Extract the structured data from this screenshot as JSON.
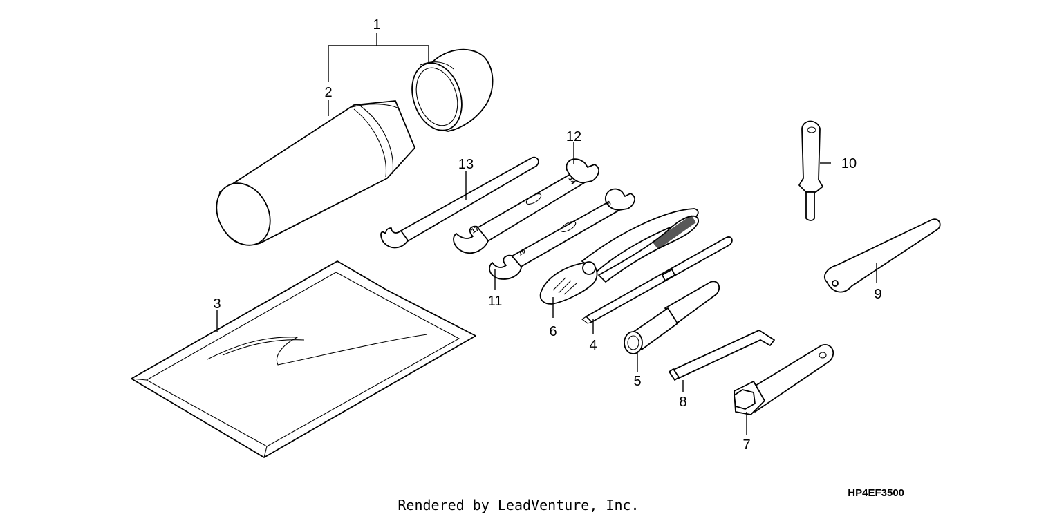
{
  "callouts": {
    "c1": "1",
    "c2": "2",
    "c3": "3",
    "c4": "4",
    "c5": "5",
    "c6": "6",
    "c7": "7",
    "c8": "8",
    "c9": "9",
    "c10": "10",
    "c11": "11",
    "c12": "12",
    "c13": "13"
  },
  "wrench_marks": {
    "m12": "14",
    "m17": "17",
    "m10": "10",
    "m8": "8"
  },
  "diagram_code": "HP4EF3500",
  "credit": "Rendered by LeadVenture, Inc."
}
